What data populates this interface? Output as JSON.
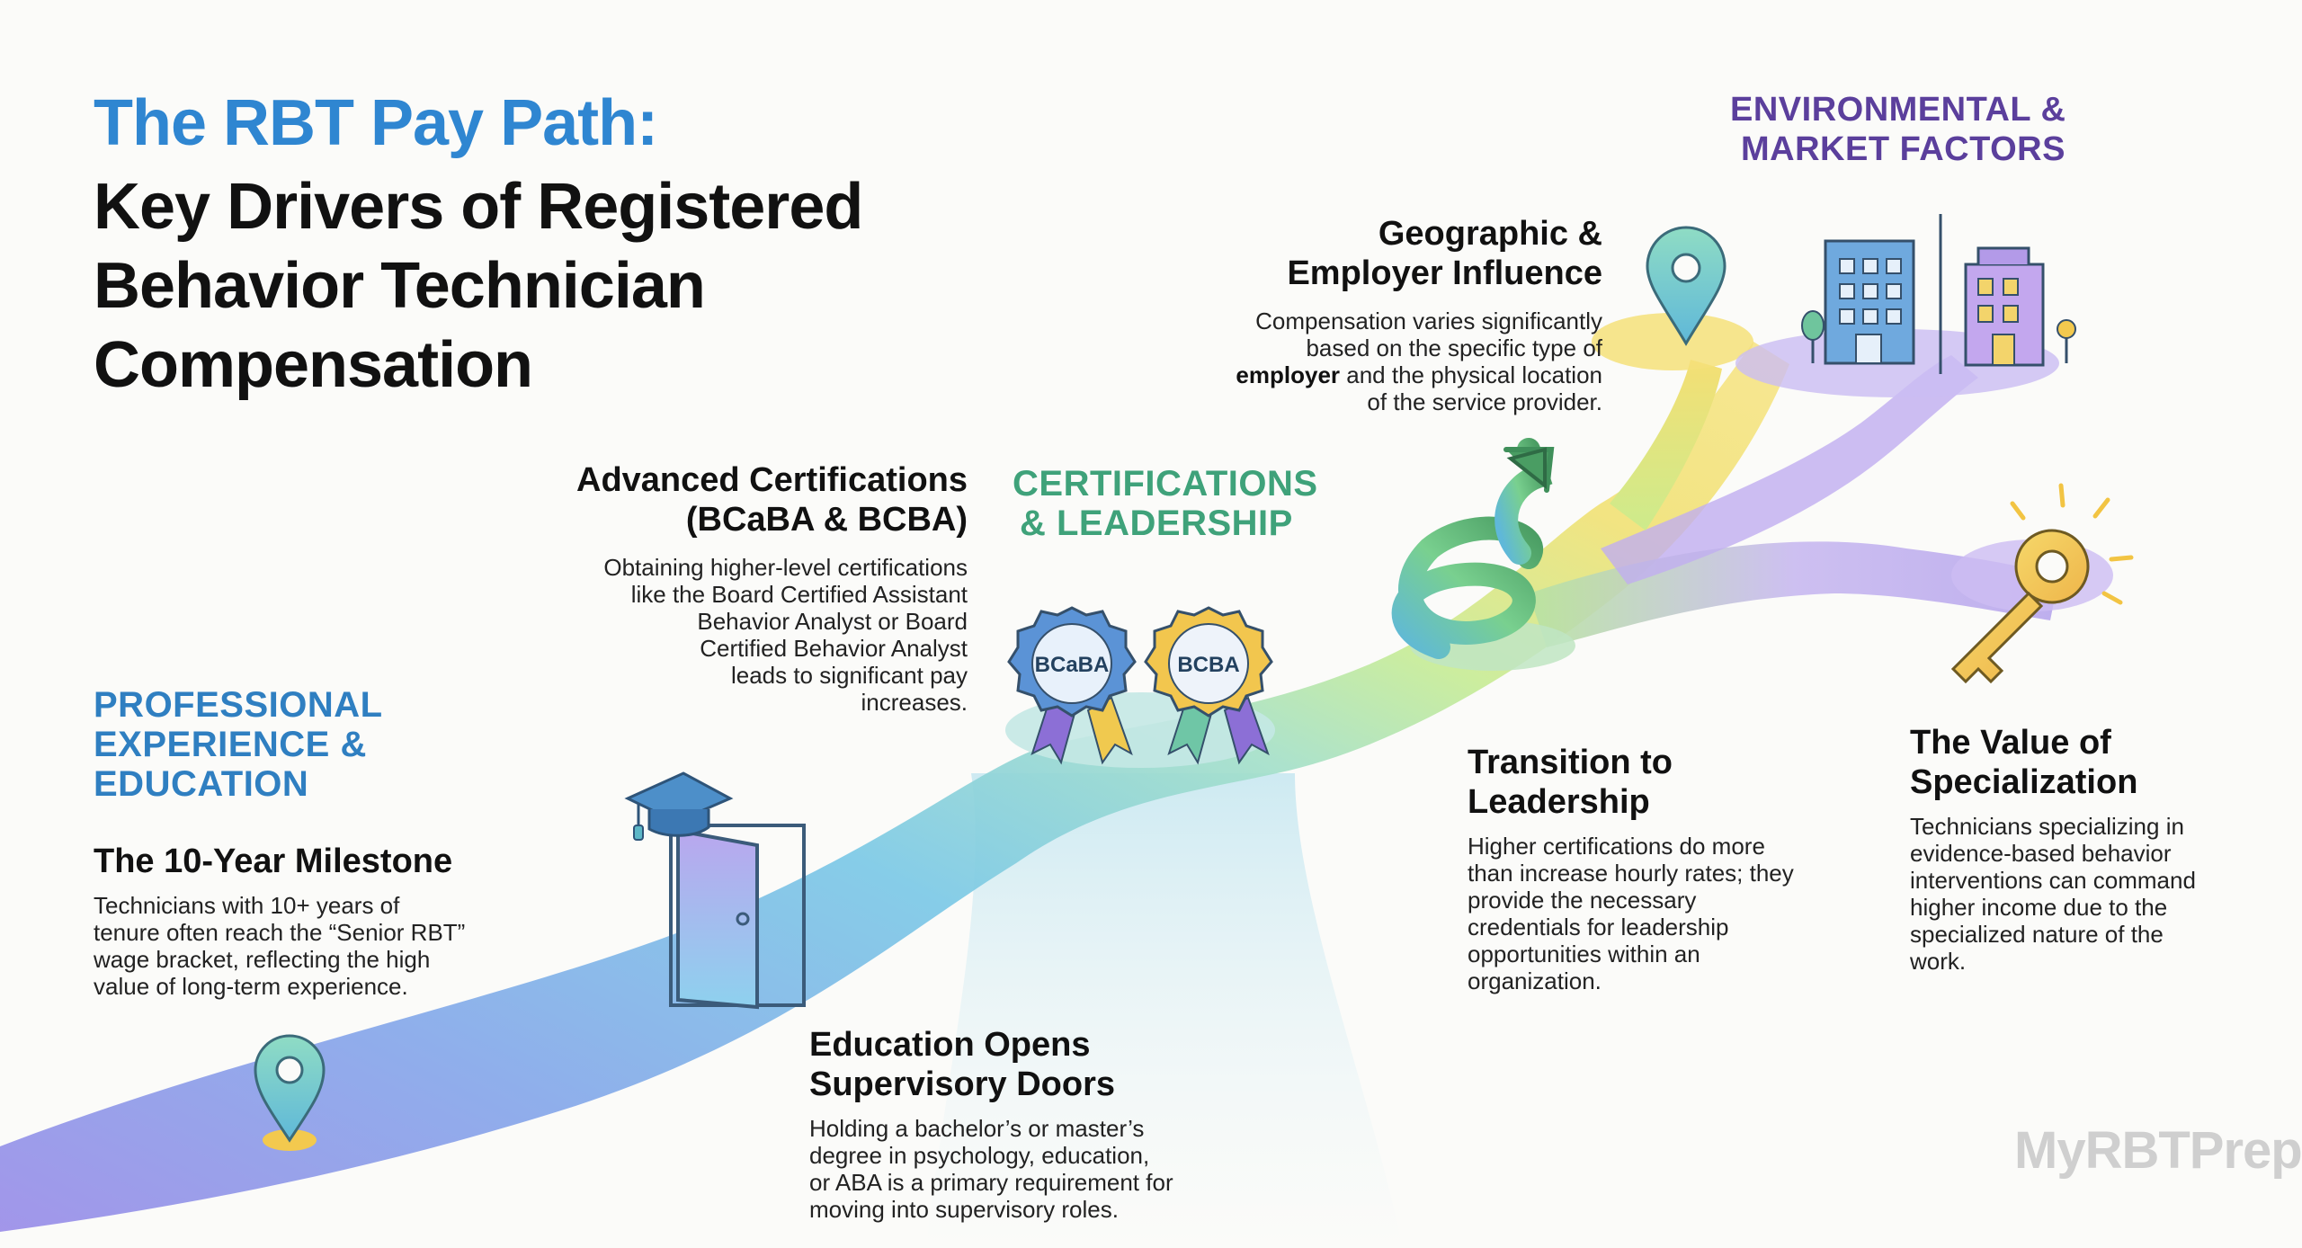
{
  "title": {
    "line1": "The RBT Pay Path:",
    "line2": "Key Drivers of Registered",
    "line3": "Behavior Technician",
    "line4": "Compensation"
  },
  "sections": {
    "professional": {
      "line1": "PROFESSIONAL",
      "line2": "EXPERIENCE &",
      "line3": "EDUCATION",
      "color": "#2f7fc1"
    },
    "certifications": {
      "line1": "CERTIFICATIONS",
      "line2": "& LEADERSHIP",
      "color": "#3fa27a"
    },
    "environmental": {
      "line1": "ENVIRONMENTAL &",
      "line2": "MARKET FACTORS",
      "color": "#5b3f9c"
    }
  },
  "cards": {
    "milestone": {
      "heading": "The 10-Year Milestone",
      "body": [
        "Technicians with 10+ years of",
        "tenure often reach the “Senior RBT”",
        "wage bracket, reflecting the high",
        "value of long-term experience."
      ]
    },
    "education": {
      "heading1": "Education Opens",
      "heading2": "Supervisory Doors",
      "body": [
        "Holding a bachelor’s or master’s",
        "degree in psychology, education,",
        "or ABA is a primary requirement for",
        "moving into supervisory roles."
      ]
    },
    "advanced": {
      "heading1": "Advanced Certifications",
      "heading2": "(BCaBA & BCBA)",
      "body": [
        "Obtaining higher-level certifications",
        "like the Board Certified Assistant",
        "Behavior Analyst or Board",
        "Certified Behavior Analyst",
        "leads to significant pay",
        "increases."
      ]
    },
    "leadership": {
      "heading1": "Transition to",
      "heading2": "Leadership",
      "body": [
        "Higher certifications do more",
        "than increase hourly rates; they",
        "provide the necessary",
        "credentials for leadership",
        "opportunities within an",
        "organization."
      ]
    },
    "geographic": {
      "heading1": "Geographic &",
      "heading2": "Employer Influence",
      "body1": "Compensation varies significantly",
      "body2": "based on the specific type of",
      "body3_bold": "employer",
      "body3_rest": " and the physical location",
      "body4": "of the service provider."
    },
    "specialization": {
      "heading1": "The Value of",
      "heading2": "Specialization",
      "body": [
        "Technicians specializing in",
        "evidence-based behavior",
        "interventions can command",
        "higher income due to the",
        "specialized nature of the",
        "work."
      ]
    }
  },
  "badges": {
    "bcaba": "BCaBA",
    "bcba": "BCBA"
  },
  "icons": {
    "map_pin": "map-pin-icon",
    "grad_cap": "graduation-cap-icon",
    "door": "open-door-icon",
    "ribbon": "award-ribbon-icon",
    "spiral": "spiral-arrow-icon",
    "buildings": "buildings-icon",
    "key": "key-icon"
  },
  "watermark": "MyRBTPrep",
  "colors": {
    "blue": "#2f86d1",
    "green": "#3fa27a",
    "purple": "#5b3f9c",
    "path_start": "#8f86e8",
    "path_mid": "#7cc7e8",
    "path_green": "#b6e38a",
    "path_yellow": "#f3df6f"
  }
}
